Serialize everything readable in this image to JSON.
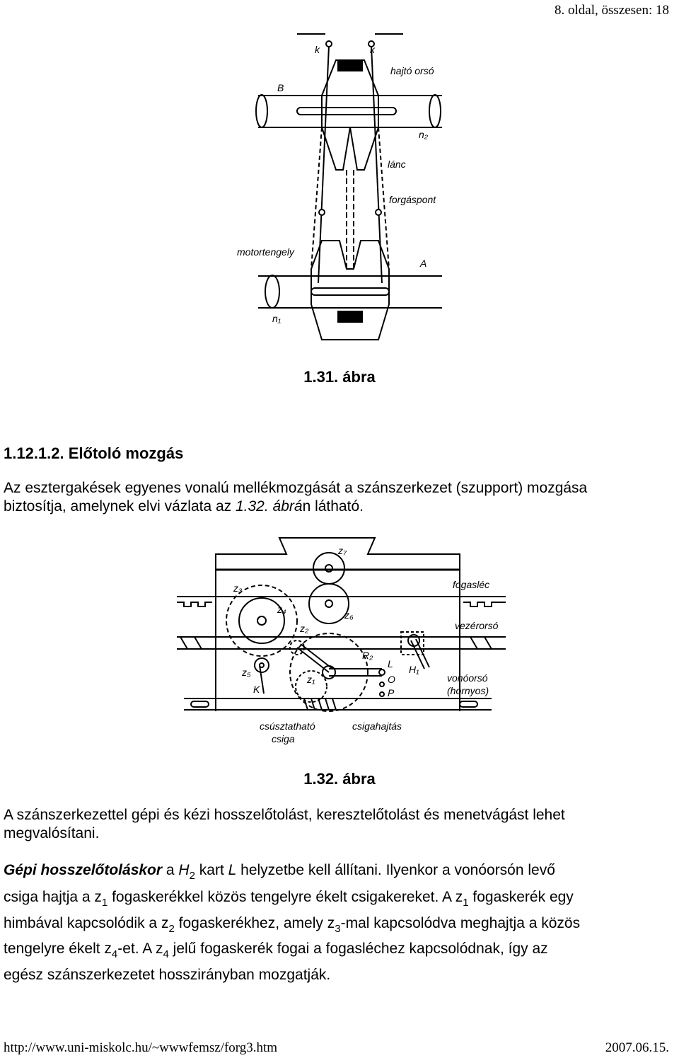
{
  "header": {
    "page_info": "8. oldal, összesen: 18"
  },
  "figure1": {
    "caption": "1.31. ábra",
    "labels": {
      "k_left": "k",
      "k_right": "k",
      "B": "B",
      "hajtoorso": "hajtó orsó",
      "n2": "n₂",
      "lanc": "lánc",
      "forgaspont": "forgáspont",
      "motortengely": "motortengely",
      "A": "A",
      "n1": "n₁"
    }
  },
  "section": {
    "heading": "1.12.1.2. Előtoló mozgás"
  },
  "intro": {
    "line1": "Az esztergakések egyenes vonalú mellékmozgását a szánszerkezet (szupport) mozgása",
    "line2_pre": "biztosítja, amelynek elvi vázlata az ",
    "line2_ref": "1.32. ábrá",
    "line2_post": "n látható."
  },
  "figure2": {
    "caption": "1.32. ábra",
    "labels": {
      "z7": "z₇",
      "fogasléc": "fogasléc",
      "z3": "z₃",
      "z4": "z₄",
      "z6": "z₆",
      "z2": "z₂",
      "vezérorsó": "vezérorsó",
      "R2": "R₂",
      "L": "L",
      "H1": "H₁",
      "z5": "z₅",
      "z1": "z₁",
      "O": "O",
      "P": "P",
      "K": "K",
      "vonóorsó": "vonóorsó",
      "hornyos": "(hornyos)",
      "csúsztatható": "csúsztatható",
      "csiga": "csiga",
      "csigahajtás": "csigahajtás"
    }
  },
  "para_capability": {
    "line1": "A szánszerkezettel gépi és kézi hosszelőtolást, keresztelőtolást és menetvágást lehet",
    "line2": "megvalósítani."
  },
  "para_main": {
    "l1_bold": "Gépi hosszelőtoláskor",
    "l1_a": " a ",
    "l1_H": "H",
    "l1_Hsub": "2",
    "l1_b": " kart ",
    "l1_L": "L",
    "l1_c": " helyzetbe kell állítani. Ilyenkor a vonóorsón levő",
    "l2_a": "csiga hajtja a z",
    "l2_sub1": "1",
    "l2_b": " fogaskerékkel közös tengelyre ékelt csigakereket. A z",
    "l2_sub2": "1",
    "l2_c": " fogaskerék egy",
    "l3_a": "himbával kapcsolódik a z",
    "l3_sub1": "2",
    "l3_b": " fogaskerékhez, amely z",
    "l3_sub2": "3",
    "l3_c": "-mal kapcsolódva meghajtja a közös",
    "l4_a": "tengelyre ékelt z",
    "l4_sub1": "4",
    "l4_b": "-et. A z",
    "l4_sub2": "4",
    "l4_c": " jelű fogaskerék fogai a fogasléchez kapcsolódnak, így az",
    "l5": "egész szánszerkezetet hosszirányban mozgatják."
  },
  "footer": {
    "url": "http://www.uni-miskolc.hu/~wwwfemsz/forg3.htm",
    "date": "2007.06.15."
  }
}
